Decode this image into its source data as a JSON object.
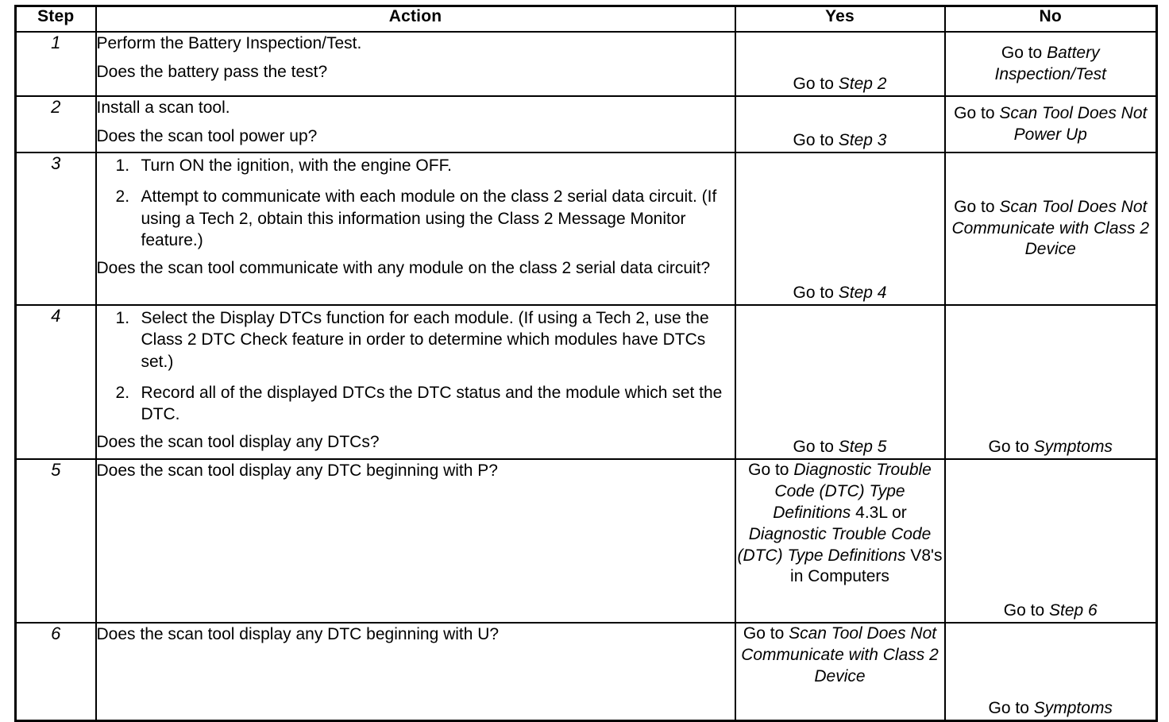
{
  "table": {
    "headers": {
      "step": "Step",
      "action": "Action",
      "yes": "Yes",
      "no": "No"
    },
    "rows": [
      {
        "step": "1",
        "action": {
          "lead": "Perform the Battery Inspection/Test.",
          "list": [],
          "question": "Does the battery pass the test?"
        },
        "yes": {
          "prefix": "Go to ",
          "emphasis": "Step 2",
          "suffix": ""
        },
        "no": {
          "prefix": "Go to ",
          "emphasis": "Battery Inspection/Test",
          "suffix": ""
        }
      },
      {
        "step": "2",
        "action": {
          "lead": "Install a scan tool.",
          "list": [],
          "question": "Does the scan tool power up?"
        },
        "yes": {
          "prefix": "Go to ",
          "emphasis": "Step 3",
          "suffix": ""
        },
        "no": {
          "prefix": "Go to ",
          "emphasis": "Scan Tool Does Not Power Up",
          "suffix": ""
        }
      },
      {
        "step": "3",
        "action": {
          "lead": "",
          "list": [
            "Turn ON the ignition, with the engine OFF.",
            "Attempt to communicate with each module on the class 2 serial data circuit. (If using a Tech 2, obtain this information using the Class 2 Message Monitor feature.)"
          ],
          "question": "Does the scan tool communicate with any module on the class 2 serial data circuit?"
        },
        "yes": {
          "prefix": "Go to ",
          "emphasis": "Step 4",
          "suffix": ""
        },
        "no": {
          "prefix": "Go to ",
          "emphasis": "Scan Tool Does Not Communicate with Class 2 Device",
          "suffix": ""
        }
      },
      {
        "step": "4",
        "action": {
          "lead": "",
          "list": [
            "Select the Display DTCs function for each module. (If using a Tech 2, use the Class 2 DTC Check feature in order to determine which modules have DTCs set.)",
            "Record all of the displayed DTCs the DTC status and the module which set the DTC."
          ],
          "question": "Does the scan tool display any DTCs?"
        },
        "yes": {
          "prefix": "Go to ",
          "emphasis": "Step 5",
          "suffix": ""
        },
        "no": {
          "prefix": "Go to ",
          "emphasis": "Symptoms",
          "suffix": ""
        }
      },
      {
        "step": "5",
        "action": {
          "lead": "",
          "list": [],
          "question": "Does the scan tool display any DTC beginning with P?"
        },
        "yes": {
          "prefix": "Go to ",
          "emphasis": "Diagnostic Trouble Code (DTC) Type Definitions",
          "mid": " 4.3L or ",
          "emphasis2": "Diagnostic Trouble Code (DTC) Type Definitions",
          "suffix": " V8's in Computers"
        },
        "no": {
          "prefix": "Go to ",
          "emphasis": "Step 6",
          "suffix": ""
        }
      },
      {
        "step": "6",
        "action": {
          "lead": "",
          "list": [],
          "question": "Does the scan tool display any DTC beginning with U?"
        },
        "yes": {
          "prefix": "Go to ",
          "emphasis": "Scan Tool Does Not Communicate with Class 2 Device",
          "suffix": ""
        },
        "no": {
          "prefix": "Go to ",
          "emphasis": "Symptoms",
          "suffix": ""
        }
      }
    ]
  }
}
